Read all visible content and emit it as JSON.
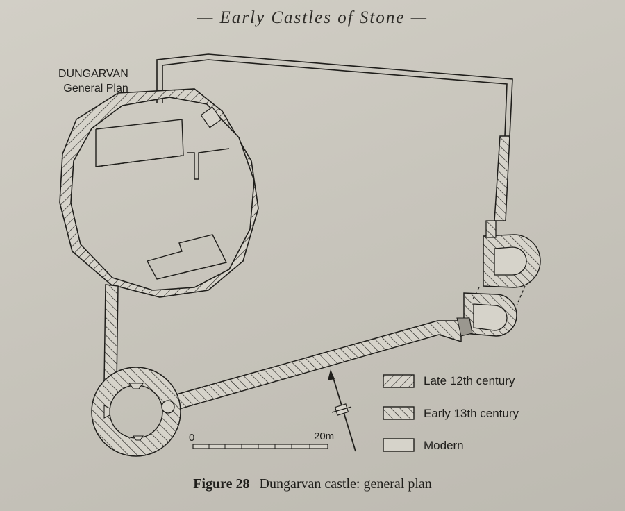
{
  "page": {
    "header": "— Early Castles of Stone —"
  },
  "plan": {
    "title_line1": "DUNGARVAN",
    "title_line2": "General Plan"
  },
  "scale": {
    "start_label": "0",
    "end_label": "20m"
  },
  "legend": {
    "items": [
      {
        "label": "Late 12th century",
        "pattern": "backslash-hatch"
      },
      {
        "label": "Early 13th century",
        "pattern": "slash-hatch"
      },
      {
        "label": "Modern",
        "pattern": "blank"
      }
    ]
  },
  "caption": {
    "figure": "Figure 28",
    "text": "Dungarvan castle: general plan"
  },
  "north_arrow": {
    "icon": "north-arrow-icon"
  },
  "colors": {
    "ink": "#1f1e1b",
    "paper": "#cfccc3"
  }
}
